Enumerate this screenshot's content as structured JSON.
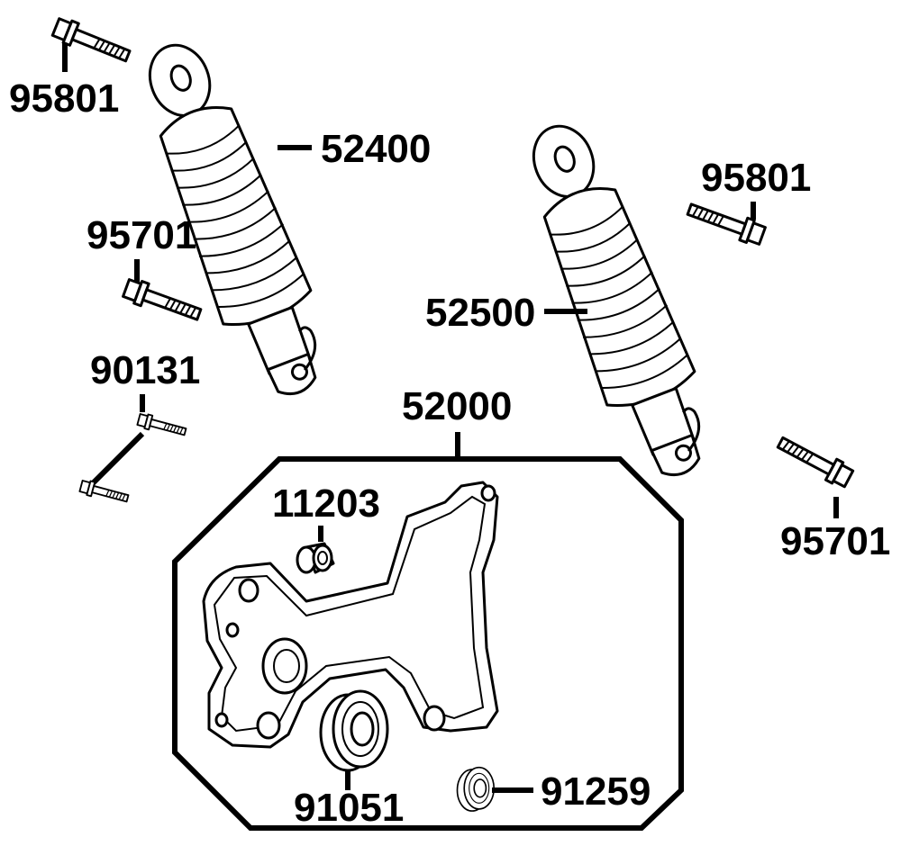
{
  "labels": {
    "bolt_upper_left": "95801",
    "shock_left": "52400",
    "bolt_mid_left": "95701",
    "bolt_pair_left": "90131",
    "bracket_assembly": "52000",
    "shock_right": "52500",
    "bolt_upper_right": "95801",
    "bolt_lower_right": "95701",
    "bushing": "11203",
    "bearing_large": "91051",
    "bearing_small": "91259"
  }
}
